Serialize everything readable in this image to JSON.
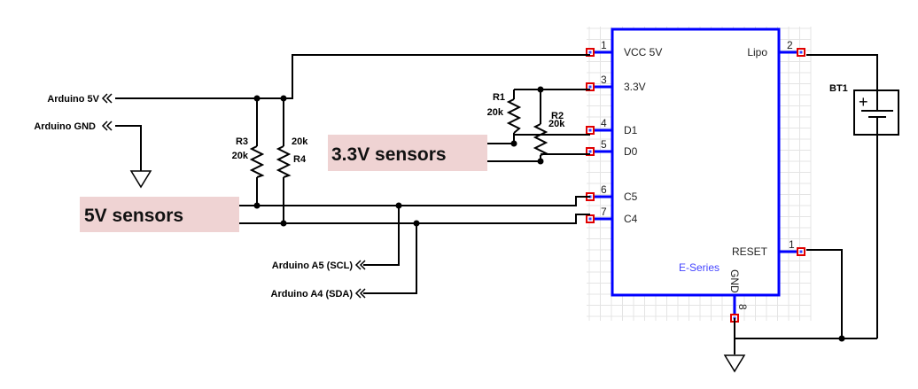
{
  "schematic": {
    "chip": {
      "series_label": "E-Series",
      "pins_left": [
        {
          "num": "1",
          "name": "VCC 5V"
        },
        {
          "num": "3",
          "name": "3.3V"
        },
        {
          "num": "4",
          "name": "D1"
        },
        {
          "num": "5",
          "name": "D0"
        },
        {
          "num": "6",
          "name": "C5"
        },
        {
          "num": "7",
          "name": "C4"
        }
      ],
      "pins_right": [
        {
          "num": "2",
          "name": "Lipo"
        },
        {
          "num": "1",
          "name": "RESET"
        }
      ],
      "pin_bottom": {
        "num": "8",
        "name": "GND"
      }
    },
    "resistors": [
      {
        "ref": "R1",
        "value": "20k"
      },
      {
        "ref": "R2",
        "value": "20k"
      },
      {
        "ref": "R3",
        "value": "20k"
      },
      {
        "ref": "R4",
        "value": "20k"
      }
    ],
    "battery": {
      "ref": "BT1",
      "plus": "+"
    },
    "off_sheet": {
      "arduino_5v": "Arduino 5V",
      "arduino_gnd": "Arduino GND",
      "arduino_a5": "Arduino A5 (SCL)",
      "arduino_a4": "Arduino A4 (SDA)"
    },
    "notes": {
      "sensors_5v": "5V sensors",
      "sensors_33v": "3.3V sensors"
    },
    "colors": {
      "chip_outline": "#0000ff",
      "pad": "#e00000",
      "note_fill": "#efd3d3",
      "series_label": "#4444ff"
    }
  }
}
